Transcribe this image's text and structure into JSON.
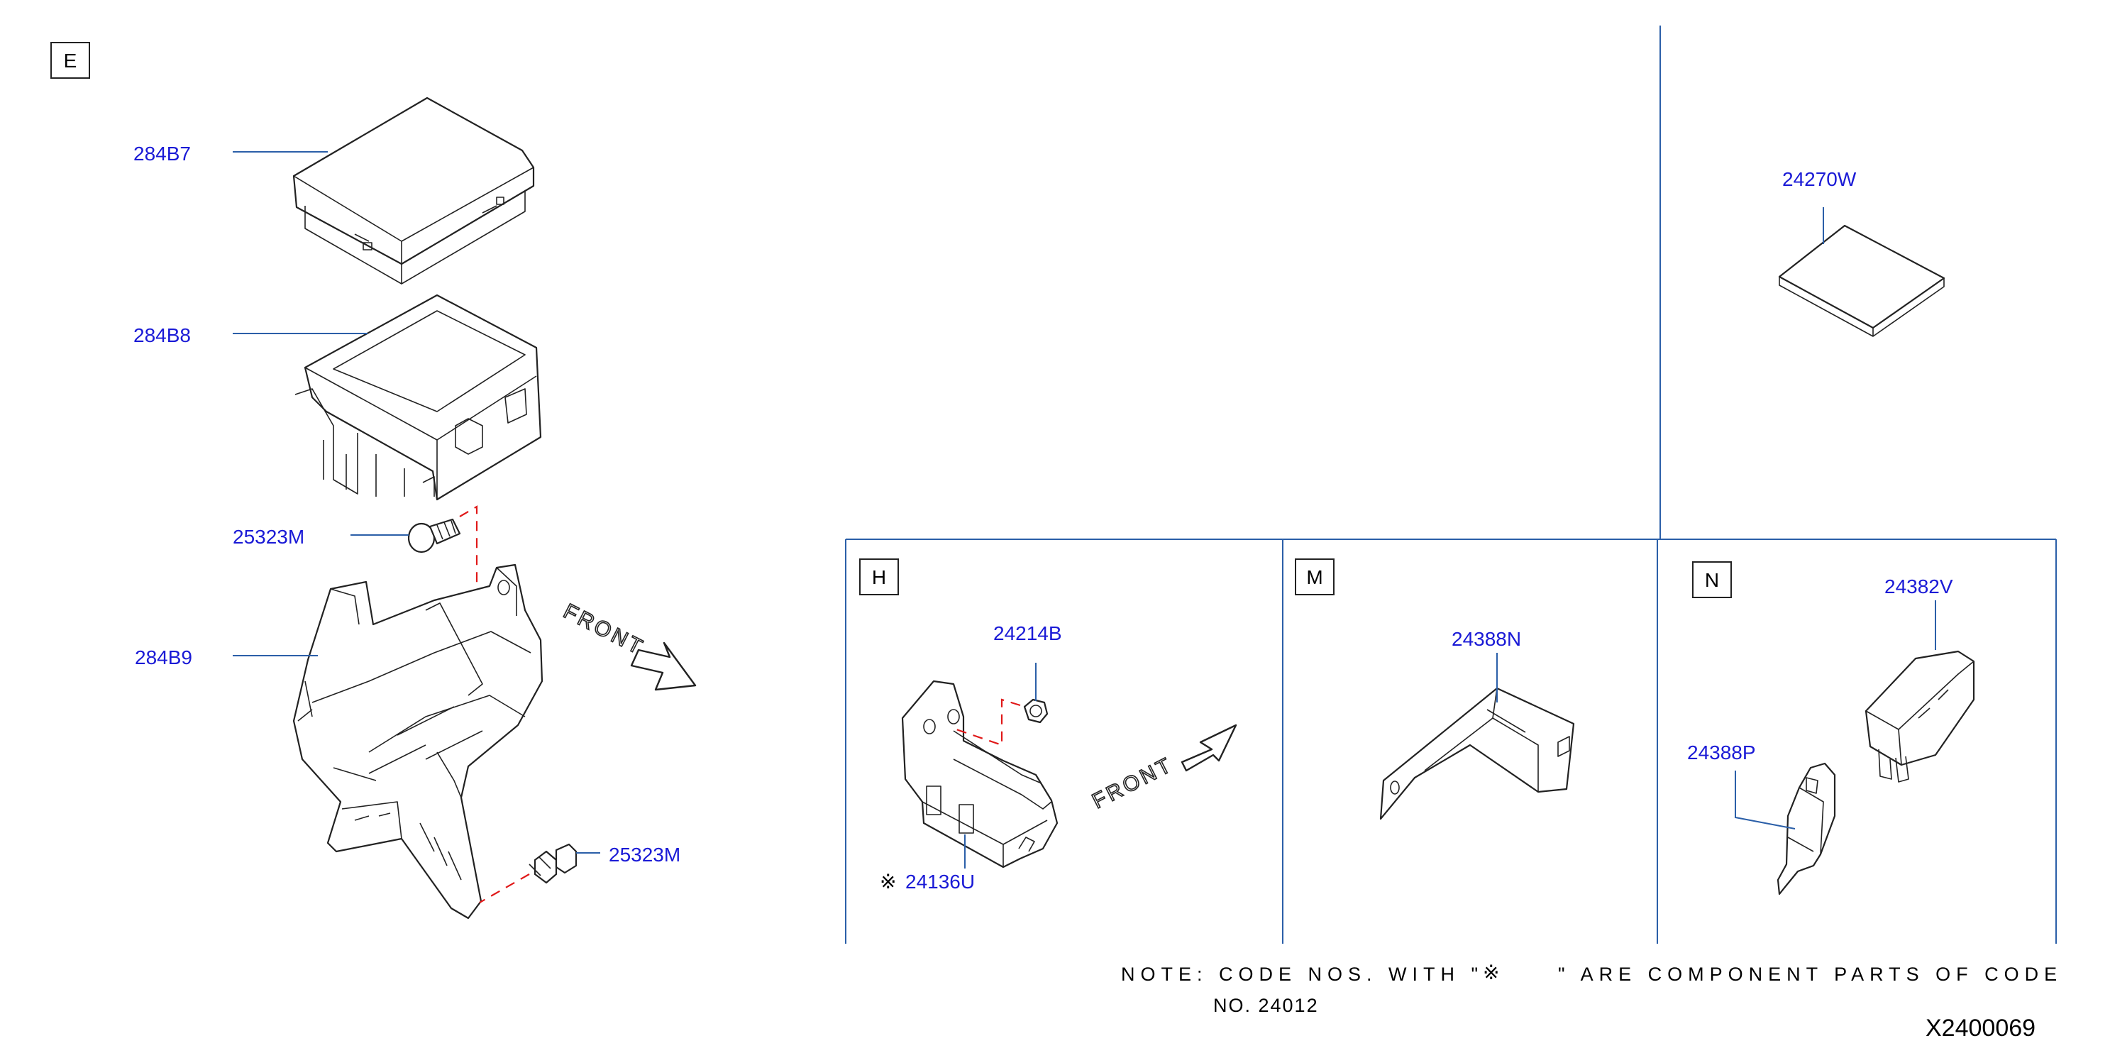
{
  "sections": {
    "e": "E",
    "h": "H",
    "m": "M",
    "n": "N"
  },
  "parts": {
    "p284b7": "284B7",
    "p284b8": "284B8",
    "p25323m_top": "25323M",
    "p284b9": "284B9",
    "p25323m_bottom": "25323M",
    "p24270w": "24270W",
    "p24214b": "24214B",
    "p24136u": "24136U",
    "p24388n": "24388N",
    "p24382v": "24382V",
    "p24388p": "24388P"
  },
  "marks": {
    "kome": "※",
    "kome_note": "※"
  },
  "front_labels": {
    "e": "FRONT",
    "h": "FRONT"
  },
  "note": {
    "line1_a": "NOTE: CODE NOS. WITH \"",
    "line1_b": "\" ARE COMPONENT PARTS OF CODE",
    "line2": "NO. 24012"
  },
  "diagram_code": "X2400069",
  "colors": {
    "label_blue": "#1a1ad6",
    "leader_blue": "#2b5fa8",
    "dash_red": "#e01818"
  }
}
